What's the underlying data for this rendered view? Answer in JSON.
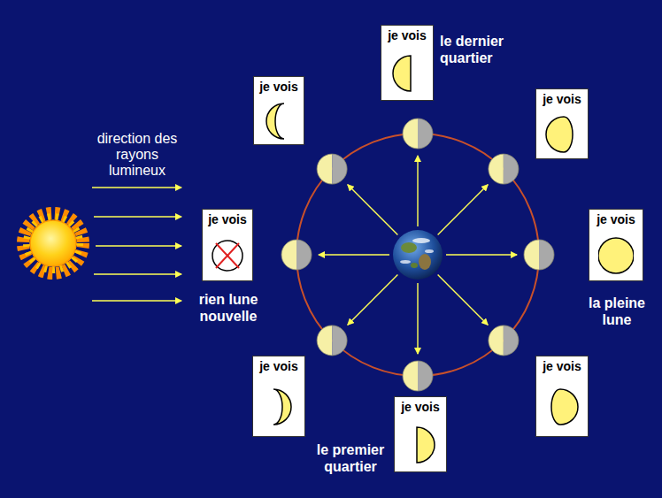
{
  "diagram": {
    "nodes": [
      {
        "text": [
          "je vois"
        ]
      },
      {
        "text": [
          "je vois",
          "le dernier quartier"
        ]
      },
      {
        "text": [
          "je vois"
        ]
      },
      {
        "text": [
          "je vois",
          "rien lune nouvelle"
        ]
      },
      {
        "text": [
          "je vois",
          "la pleine lune"
        ]
      },
      {
        "text": [
          "je vois"
        ]
      },
      {
        "text": [
          "je vois",
          "le premier quartier"
        ]
      },
      {
        "text": [
          "je vois"
        ]
      }
    ],
    "labels": [
      "direction des rayons lumineux"
    ]
  }
}
